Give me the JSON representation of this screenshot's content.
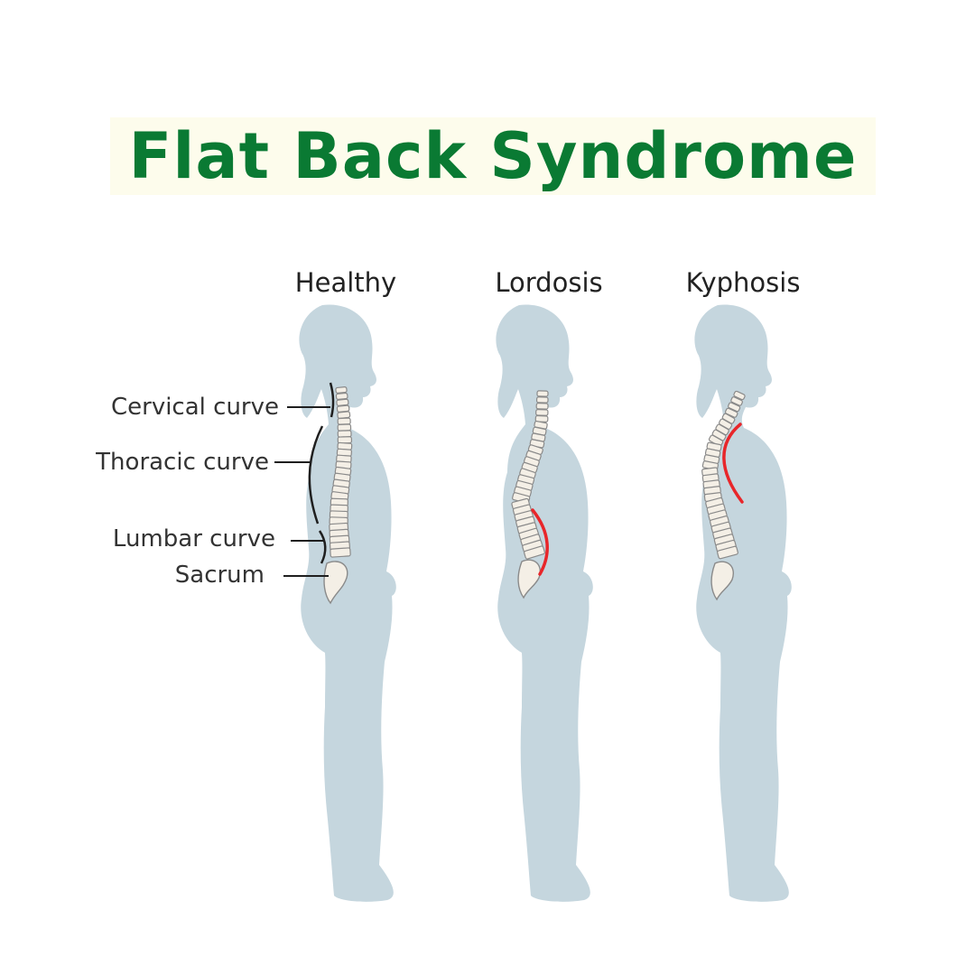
{
  "title": "Flat Back Syndrome",
  "colors": {
    "title_text": "#0a7a33",
    "title_highlight": "#fdfcec",
    "silhouette": "#c5d6de",
    "vertebra": "#f4efe6",
    "abnormal_curve": "#e8262a"
  },
  "figures": [
    {
      "label": "Healthy"
    },
    {
      "label": "Lordosis"
    },
    {
      "label": "Kyphosis"
    }
  ],
  "annotations": {
    "cervical": "Cervical curve",
    "thoracic": "Thoracic curve",
    "lumbar": "Lumbar curve",
    "sacrum": "Sacrum"
  }
}
